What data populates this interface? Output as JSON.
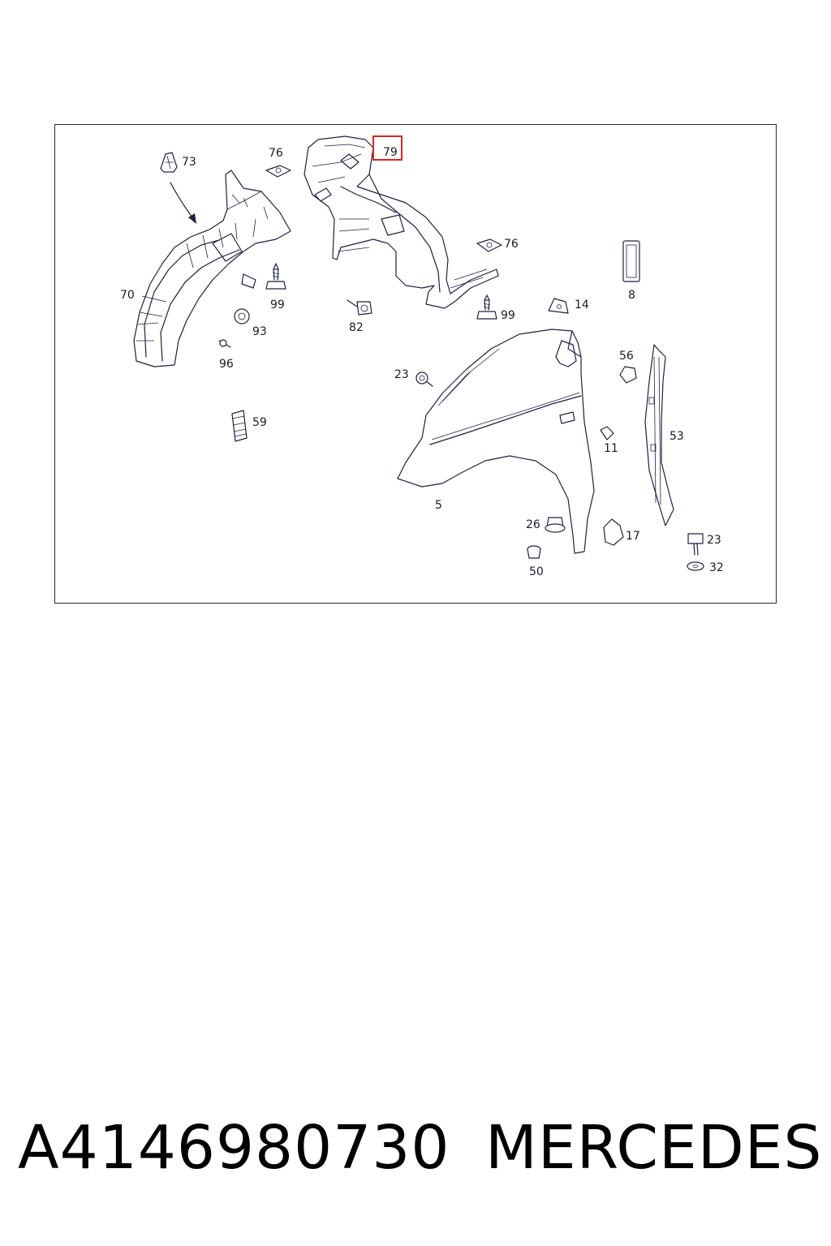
{
  "diagram": {
    "highlight_color": "#d8262b",
    "ink_color": "#1e2240",
    "highlighted_part": "79",
    "labels": {
      "p73": "73",
      "p76a": "76",
      "p79": "79",
      "p70": "70",
      "p99a": "99",
      "p93": "93",
      "p96": "96",
      "p82": "82",
      "p76b": "76",
      "p8": "8",
      "p99b": "99",
      "p14": "14",
      "p23a": "23",
      "p56": "56",
      "p59": "59",
      "p53": "53",
      "p11": "11",
      "p5": "5",
      "p26": "26",
      "p17": "17",
      "p23b": "23",
      "p50": "50",
      "p32": "32"
    }
  },
  "footer": {
    "part_number": "A4146980730",
    "brand": "MERCEDES"
  }
}
